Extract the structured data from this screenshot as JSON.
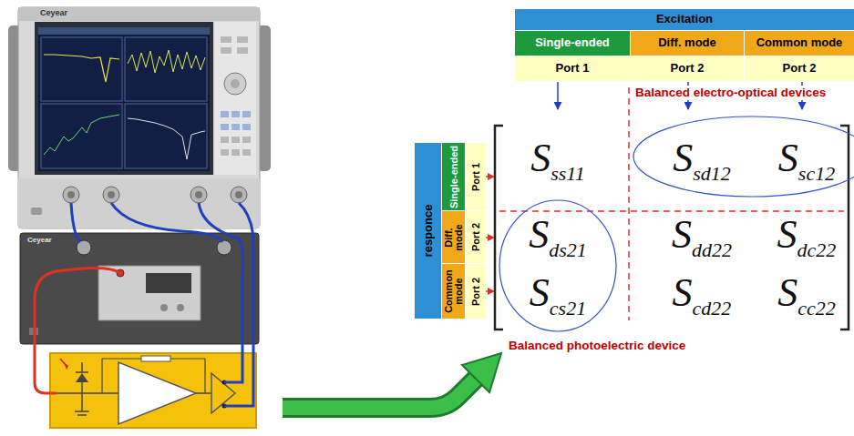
{
  "diagram": {
    "nodes": [
      {
        "text": [
          "Excitation"
        ]
      },
      {
        "text": [
          "Single-ended"
        ]
      },
      {
        "text": [
          "Diff. mode"
        ]
      },
      {
        "text": [
          "Common mode"
        ]
      },
      {
        "text": [
          "Port 1"
        ]
      },
      {
        "text": [
          "Port 2"
        ]
      },
      {
        "text": [
          "Port 2"
        ]
      },
      {
        "text": [
          "responce"
        ]
      },
      {
        "text": [
          "Single-ended"
        ]
      },
      {
        "text": [
          "Port 1"
        ]
      },
      {
        "text": [
          "Diff. mode"
        ]
      },
      {
        "text": [
          "Port 2"
        ]
      },
      {
        "text": [
          "Common mode"
        ]
      },
      {
        "text": [
          "Port 2"
        ]
      }
    ],
    "labels": [
      "Ceyear",
      "Ceyear",
      "Balanced electro-optical devices",
      "S",
      "ss11",
      "S",
      "sd12",
      "S",
      "sc12",
      "S",
      "ds21",
      "S",
      "dd22",
      "S",
      "dc22",
      "S",
      "cs21",
      "S",
      "cd22",
      "S",
      "cc22",
      "Balanced photoelectric device"
    ]
  }
}
